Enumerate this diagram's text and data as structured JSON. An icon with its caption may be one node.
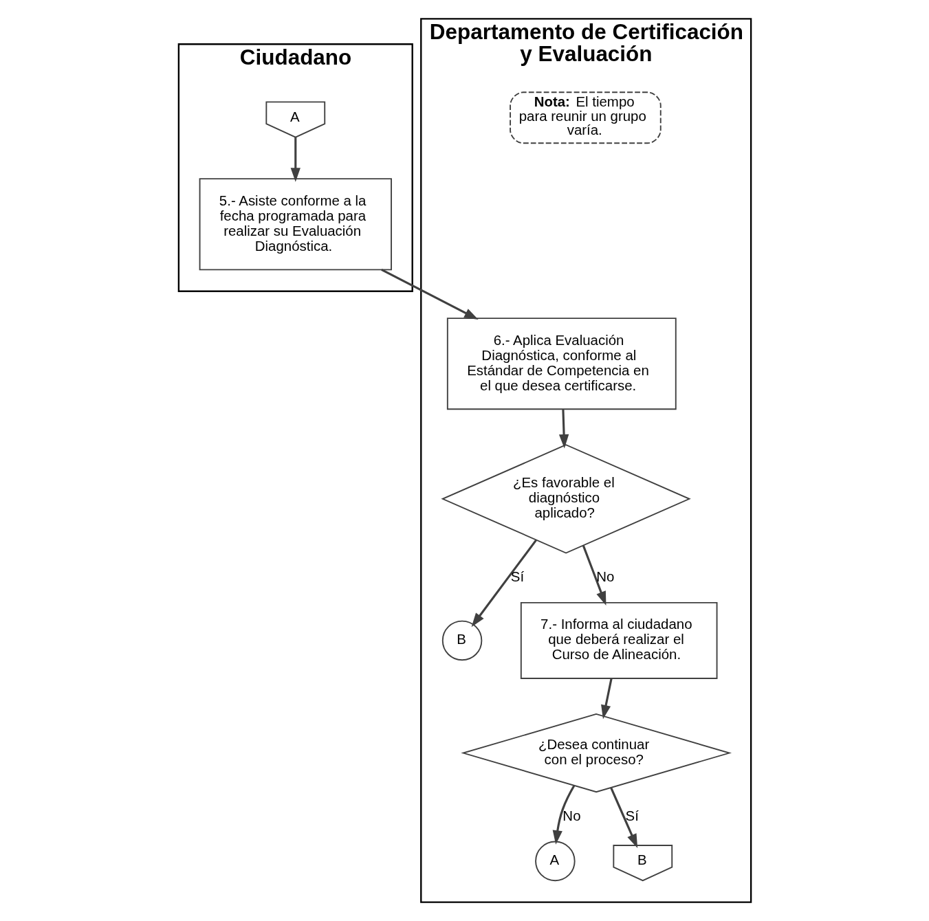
{
  "diagram": {
    "nodes": [
      {
        "text": [
          "Ciudadano"
        ]
      },
      {
        "text": [
          "Departamento de Certificación y Evaluación"
        ]
      },
      {
        "text": [
          "A"
        ],
        "in": 0
      },
      {
        "text": [
          "5.- Asiste conforme a la fecha programada para realizar su Evaluación Diagnóstica."
        ],
        "in": 0
      },
      {
        "text": [
          "6.- Aplica Evaluación Diagnóstica, conforme al Estándar de Competencia en el que desea certificarse."
        ],
        "in": 1
      },
      {
        "text": [
          "¿Es favorable el diagnóstico aplicado?"
        ],
        "in": 1
      },
      {
        "text": [
          "B"
        ],
        "in": 1
      },
      {
        "text": [
          "7.- Informa al ciudadano que deberá realizar el Curso de Alineación."
        ],
        "in": 1
      },
      {
        "text": [
          "**Nota:** El tiempo para reunir un grupo varía."
        ],
        "in": 1
      },
      {
        "text": [
          "¿Desea continuar con el proceso?"
        ],
        "in": 1
      },
      {
        "text": [
          "A"
        ],
        "in": 1
      },
      {
        "text": [
          "B"
        ],
        "in": 1
      }
    ],
    "edges": [
      {
        "from": 2,
        "to": 3,
        "arrow": "to"
      },
      {
        "from": 3,
        "to": 4,
        "arrow": "to"
      },
      {
        "from": 4,
        "to": 5,
        "arrow": "to"
      },
      {
        "from": 5,
        "to": 6,
        "arrow": "to",
        "label": "Sí"
      },
      {
        "from": 5,
        "to": 7,
        "arrow": "to",
        "label": "No"
      },
      {
        "from": 7,
        "to": 9,
        "arrow": "to"
      },
      {
        "from": 9,
        "to": 10,
        "arrow": "to",
        "label": "No"
      },
      {
        "from": 9,
        "to": 11,
        "arrow": "to",
        "label": "Sí"
      }
    ]
  }
}
